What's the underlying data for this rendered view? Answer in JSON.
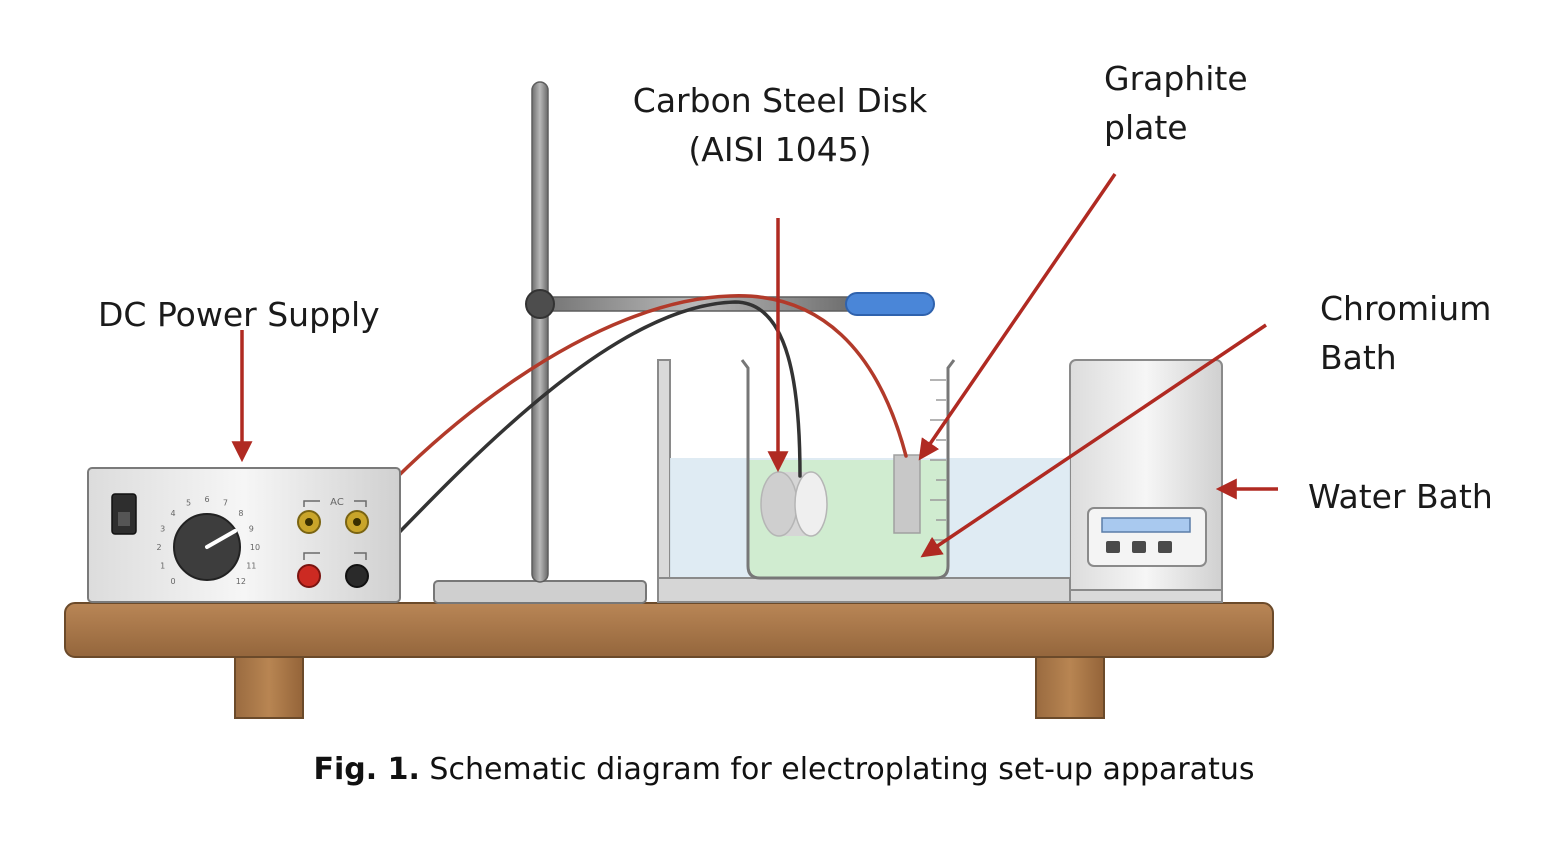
{
  "labels": {
    "carbon_steel_disk": [
      "Carbon Steel Disk",
      "(AISI 1045)"
    ],
    "graphite_plate": [
      "Graphite",
      "plate"
    ],
    "dc_power_supply": "DC Power Supply",
    "chromium_bath": [
      "Chromium",
      "Bath"
    ],
    "water_bath": "Water Bath"
  },
  "power_supply": {
    "dial_numbers": [
      "0",
      "1",
      "2",
      "3",
      "4",
      "5",
      "6",
      "7",
      "8",
      "9",
      "10",
      "11",
      "12"
    ],
    "ac_label": "AC"
  },
  "caption": {
    "prefix": "Fig. 1.",
    "text": " Schematic diagram for electroplating set-up apparatus"
  },
  "colors": {
    "arrow": "#b02a22",
    "red_wire": "#b23a2a",
    "black_wire": "#333333",
    "bench": "#a9774a",
    "water": "#dbe9f2",
    "solution": "#cfeccd",
    "clamp_handle": "#4a86d8"
  }
}
